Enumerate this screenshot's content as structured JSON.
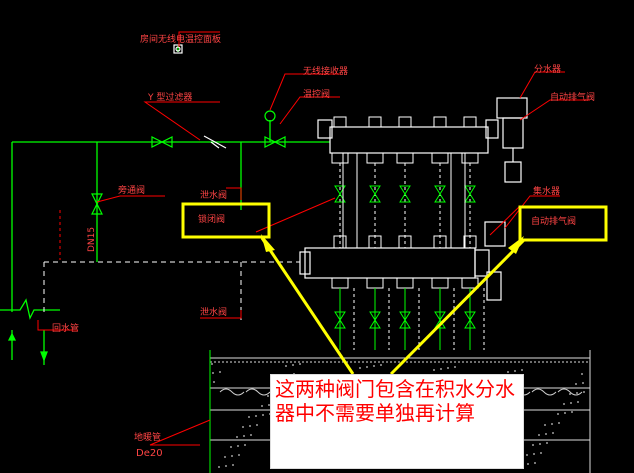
{
  "labels": {
    "room_panel": "房间无线电温控面板",
    "wireless_receiver": "无线接收器",
    "thermo_valve": "温控阀",
    "y_filter": "Y 型过滤器",
    "bypass_valve": "旁通阀",
    "pipe_dn": "DN15",
    "return_pipe": "回水管",
    "check_valve_top": "泄水阀",
    "lock_valve": "锁闭阀",
    "check_valve_bottom": "泄水阀",
    "supply_manifold": "分水器",
    "auto_vent_top": "自动排气阀",
    "collect_manifold": "集水器",
    "auto_vent_boxed": "自动排气阀",
    "floor_pipe": "地暖管",
    "pipe_size": "De20"
  },
  "note": "这两种阀门包含在积水分水器中不需要单独再计算",
  "colors": {
    "pipe": "#00ff00",
    "leader": "#ff0000",
    "highlight": "#ffff00",
    "label": "#ff4444",
    "equipment": "#ffffff",
    "dashed_return": "#ffffff"
  }
}
